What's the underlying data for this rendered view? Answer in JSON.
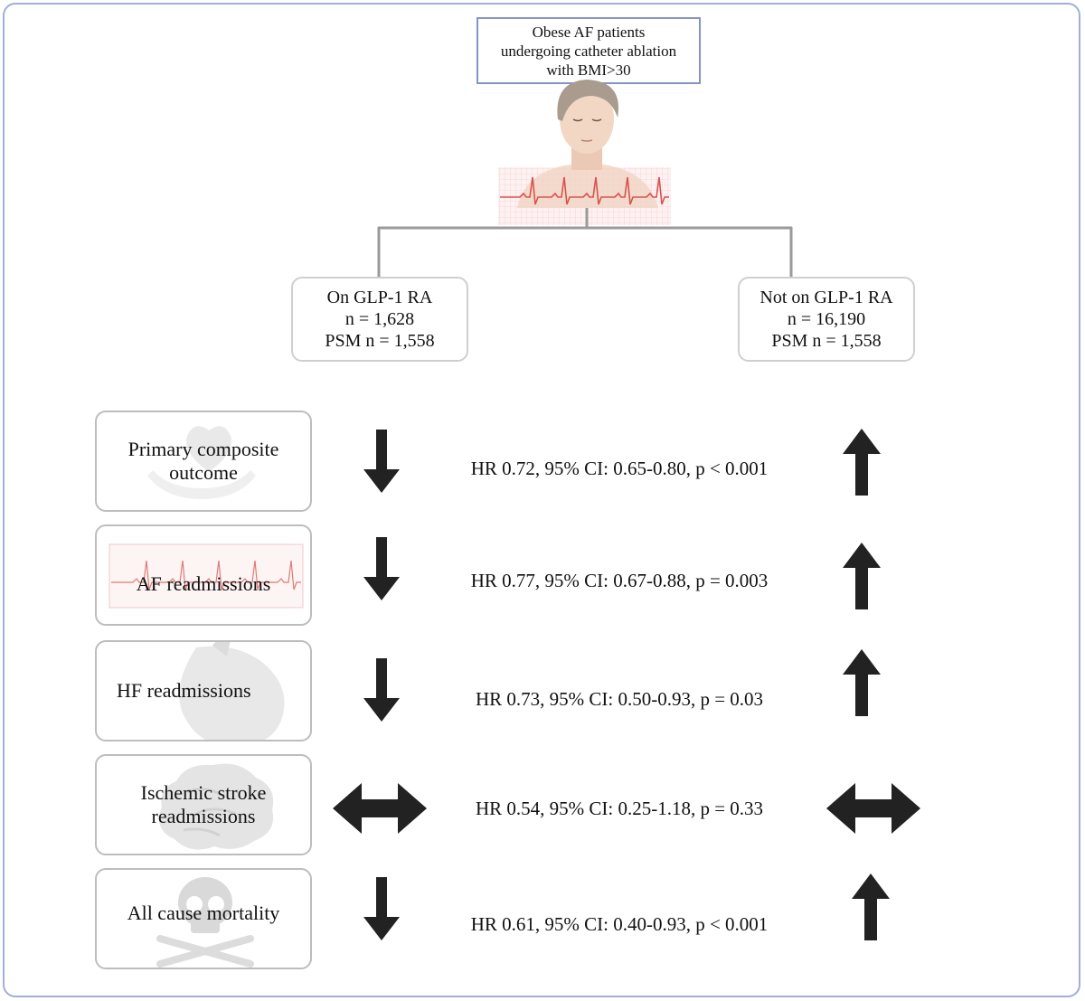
{
  "population": {
    "label": "Obese AF patients\nundergoing catheter ablation\nwith BMI>30",
    "illustration_icon": "patient-with-ecg-icon"
  },
  "groups": {
    "treated": {
      "name": "On GLP-1 RA",
      "n": "n = 1,628",
      "psm": "PSM n = 1,558"
    },
    "control": {
      "name": "Not on GLP-1 RA",
      "n": "n = 16,190",
      "psm": "PSM n = 1,558"
    }
  },
  "outcomes": [
    {
      "label": "Primary composite\noutcome",
      "hr": "HR 0.72, 95% CI: 0.65-0.80, p < 0.001",
      "treated_direction": "down",
      "control_direction": "up",
      "icon": "heart-hands-icon"
    },
    {
      "label": "AF readmissions",
      "hr": "HR 0.77, 95% CI: 0.67-0.88, p = 0.003",
      "treated_direction": "down",
      "control_direction": "up",
      "icon": "ecg-strip-icon"
    },
    {
      "label": "HF readmissions",
      "hr": "HR 0.73, 95% CI: 0.50-0.93, p = 0.03",
      "treated_direction": "down",
      "control_direction": "up",
      "icon": "heart-icon"
    },
    {
      "label": "Ischemic stroke\nreadmissions",
      "hr": "HR 0.54, 95% CI: 0.25-1.18, p = 0.33",
      "treated_direction": "neutral",
      "control_direction": "neutral",
      "icon": "brain-icon"
    },
    {
      "label": "All cause mortality",
      "hr": "HR 0.61, 95% CI: 0.40-0.93, p < 0.001",
      "treated_direction": "down",
      "control_direction": "up",
      "icon": "skull-crossbones-icon"
    }
  ],
  "colors": {
    "frame": "#9fb0d6",
    "top_box_border": "#8395c4",
    "arrow": "#222222",
    "ecg_line": "#d9534f"
  }
}
